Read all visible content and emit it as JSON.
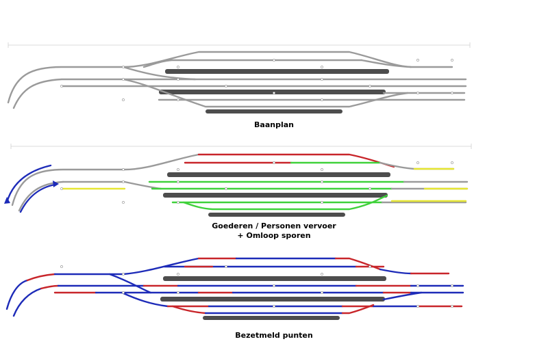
{
  "panels": [
    {
      "title": "Baanplan"
    },
    {
      "title_line1": "Goederen / Personen vervoer",
      "title_line2": "+ Omloop sporen"
    },
    {
      "title": "Bezetmeld punten"
    }
  ],
  "colors": {
    "track": "#9a9a9a",
    "platform": "#4d4d4d",
    "siding_red": "#c8252a",
    "siding_green": "#3fd13a",
    "yellow": "#e6e632",
    "blue": "#1d2bb8",
    "dim_line": "#c8c8c8"
  }
}
